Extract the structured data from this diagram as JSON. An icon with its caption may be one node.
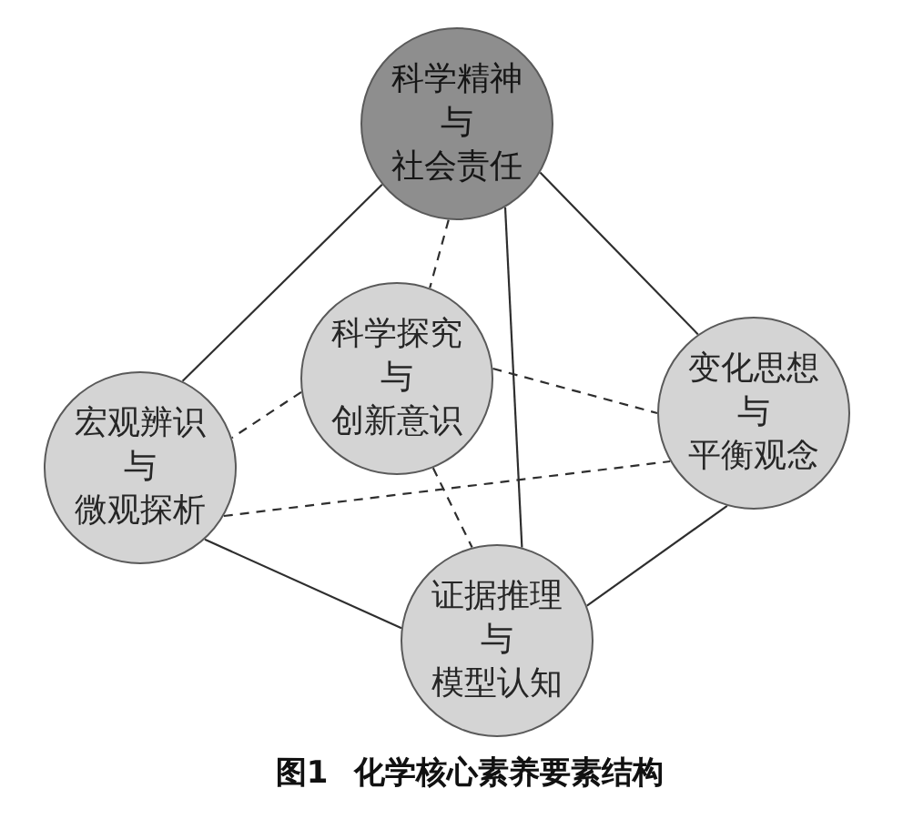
{
  "diagram": {
    "caption": "图1 化学核心素养要素结构",
    "nodes": [
      {
        "text": [
          "科学精神",
          "与",
          "社会责任"
        ]
      },
      {
        "text": [
          "宏观辨识",
          "与",
          "微观探析"
        ]
      },
      {
        "text": [
          "科学探究",
          "与",
          "创新意识"
        ]
      },
      {
        "text": [
          "变化思想",
          "与",
          "平衡观念"
        ]
      },
      {
        "text": [
          "证据推理",
          "与",
          "模型认知"
        ]
      }
    ],
    "edges": [
      {
        "from": 0,
        "to": 1,
        "arrow": "none"
      },
      {
        "from": 0,
        "to": 3,
        "arrow": "none"
      },
      {
        "from": 0,
        "to": 4,
        "arrow": "none"
      },
      {
        "from": 1,
        "to": 4,
        "arrow": "none"
      },
      {
        "from": 3,
        "to": 4,
        "arrow": "none"
      },
      {
        "from": 0,
        "to": 2,
        "arrow": "none",
        "style": "dashed"
      },
      {
        "from": 2,
        "to": 1,
        "arrow": "none",
        "style": "dashed"
      },
      {
        "from": 1,
        "to": 3,
        "arrow": "none",
        "style": "dashed"
      },
      {
        "from": 2,
        "to": 3,
        "arrow": "none",
        "style": "dashed"
      },
      {
        "from": 2,
        "to": 4,
        "arrow": "none",
        "style": "dashed"
      }
    ]
  }
}
